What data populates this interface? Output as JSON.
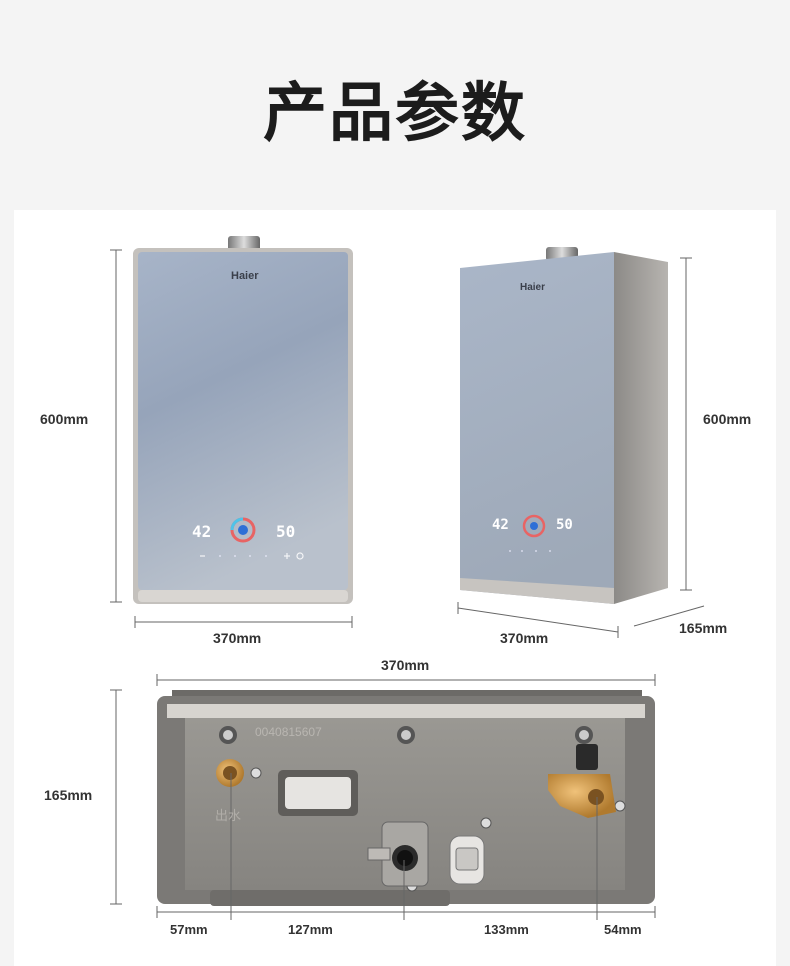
{
  "page_title": "产品参数",
  "brand": "Haier",
  "front_view": {
    "height_label": "600mm",
    "width_label": "370mm",
    "display_left": "42",
    "display_right": "50"
  },
  "side_view": {
    "height_label": "600mm",
    "width_label": "370mm",
    "depth_label": "165mm",
    "display_left": "42",
    "display_right": "50"
  },
  "bottom_view": {
    "width_label": "370mm",
    "height_label": "165mm",
    "serial_text": "0040815607",
    "water_text": "出水",
    "segments": [
      "57mm",
      "127mm",
      "133mm",
      "54mm"
    ]
  },
  "colors": {
    "panel_top": "#9aa8bd",
    "panel_bottom": "#b7c0cc",
    "frame": "#c9c6c2",
    "brass": "#c9964a",
    "dim_line": "#555555"
  }
}
